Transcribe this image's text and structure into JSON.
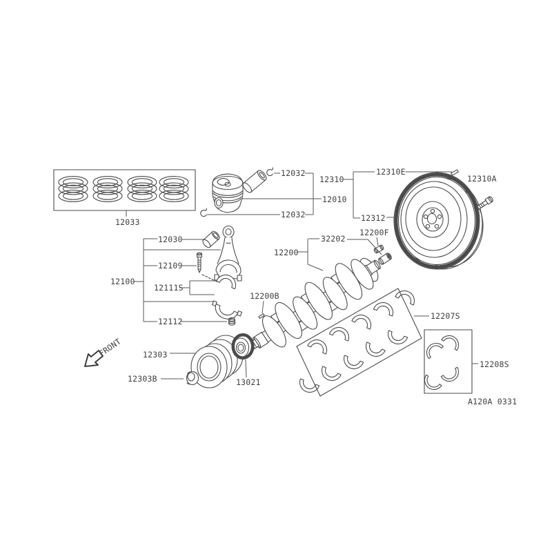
{
  "drawing": {
    "code": "A120A 0331",
    "front_indicator": "FRONT"
  },
  "colors": {
    "background": "#ffffff",
    "line_art": "#4a4a4a",
    "leader_lines": "#555555",
    "text": "#3d3d3d"
  },
  "parts": {
    "piston_ring_set": "12033",
    "snap_ring_top": "12032",
    "piston": "12010",
    "snap_ring_bottom": "12032",
    "flywheel": "12310",
    "flywheel_key": "12310E",
    "flywheel_bolt": "12310A",
    "ring_gear": "12312",
    "pilot_bushing": "12200F",
    "pilot_converter": "32202",
    "crankshaft": "12200",
    "crank_key": "12200B",
    "piston_pin_bushing": "12030",
    "rod_bolt": "12109",
    "connecting_rod": "12100",
    "rod_bearing_set": "12111S",
    "rod_nut": "12112",
    "main_bearing_set": "12207S",
    "thrust_washer_set": "12208S",
    "crank_pulley": "12303",
    "pulley_nut": "12303B",
    "crank_sprocket": "13021"
  }
}
